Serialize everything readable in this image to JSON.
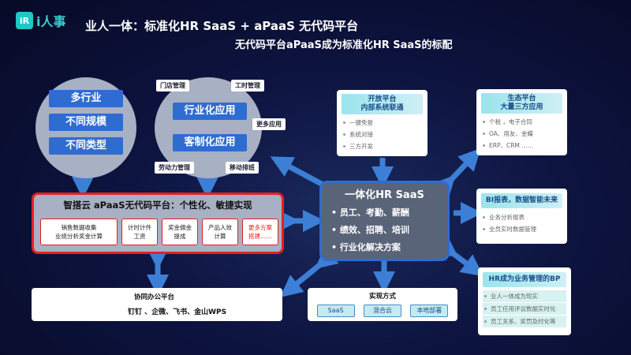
{
  "brand": {
    "logo_mark": "iR",
    "logo_text": "i人事"
  },
  "titles": {
    "line1": "业人一体：标准化HR SaaS +  aPaaS 无代码平台",
    "line2": "无代码平台aPaaS成为标准化HR SaaS的标配"
  },
  "left_circle": {
    "items": [
      "多行业",
      "不同规模",
      "不同类型"
    ]
  },
  "mid_circle": {
    "items": [
      "行业化应用",
      "客制化应用"
    ],
    "tags": [
      "门店管理",
      "工时管理",
      "更多应用",
      "劳动力管理",
      "移动排班"
    ]
  },
  "apaas": {
    "title": "智搭云 aPaaS无代码平台：个性化、敏捷实现",
    "items": [
      "销售数据收集\n业绩分析奖金计算",
      "计时计件\n工资",
      "奖金佣金\n提成",
      "产品人效\n计算",
      "更多方案\n搭建……"
    ]
  },
  "hr_saas": {
    "title": "一体化HR SaaS",
    "bullets": [
      "员工、考勤、薪酬",
      "绩效、招聘、培训",
      "行业化解决方案"
    ]
  },
  "open_platform": {
    "title": "开放平台\n内部系统联通",
    "items": [
      "一键免登",
      "系统对接",
      "三方开发"
    ]
  },
  "eco_platform": {
    "title": "生态平台\n大量三方应用",
    "items": [
      "个税 ，电子合同",
      "OA、用友、金蝶",
      "ERP、CRM ……"
    ]
  },
  "bi": {
    "title": "BI报表，数据智能未来",
    "items": [
      "业务分析报表",
      "全员实时数据管理"
    ]
  },
  "bp": {
    "title": "HR成为业务管理的BP",
    "items": [
      "业人一体成为现实",
      "员工任用评议数据实时化",
      "员工关系、奖罚及时化等"
    ]
  },
  "collab": {
    "title": "协同办公平台",
    "apps": "钉钉 、企微、飞书、金山WPS"
  },
  "deploy": {
    "title": "实现方式",
    "options": [
      "SaaS",
      "混合云",
      "本地部署"
    ]
  },
  "colors": {
    "accent_blue": "#2f6cd1",
    "apaas_border": "#e8201e",
    "arrow": "#3d7fd6"
  }
}
